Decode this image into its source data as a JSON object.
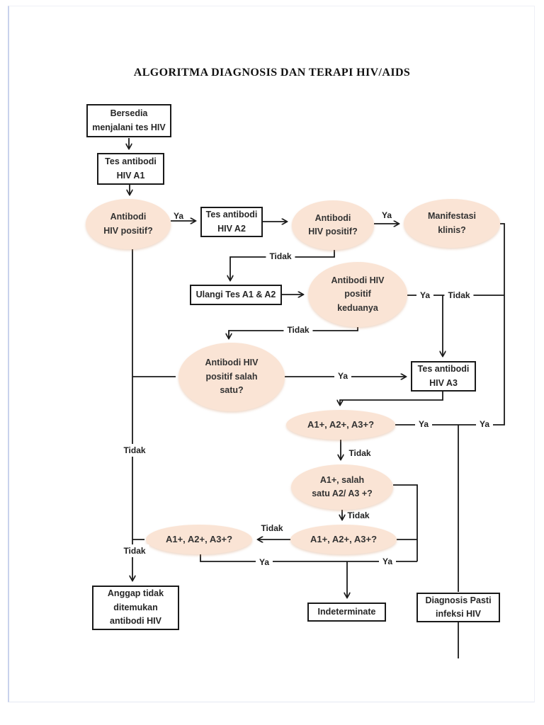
{
  "title": "ALGORITMA DIAGNOSIS DAN TERAPI HIV/AIDS",
  "colors": {
    "ellipse_fill": "#fae4d5",
    "line": "#1a1a1a",
    "box_border": "#1a1a1a",
    "page_edge_left": "#c9d2ec"
  },
  "nodes": {
    "bersedia": "Bersedia\nmenjalani tes HIV",
    "tes_a1": "Tes antibodi\nHIV A1",
    "antibodi_positif_1": "Antibodi\nHIV positif?",
    "tes_a2": "Tes antibodi\nHIV A2",
    "antibodi_positif_2": "Antibodi\nHIV positif?",
    "manifestasi_klinis": "Manifestasi\nklinis?",
    "ulangi_tes": "Ulangi Tes A1 & A2",
    "positif_keduanya": "Antibodi HIV\npositif\nkeduanya",
    "positif_salah_satu": "Antibodi HIV\npositif salah\nsatu?",
    "tes_a3": "Tes antibodi\nHIV A3",
    "a123_top": "A1+, A2+, A3+?",
    "a1_salah_satu_a2a3": "A1+, salah\nsatu A2/ A3 +?",
    "a123_right": "A1+, A2+, A3+?",
    "a123_left": "A1+, A2+, A3+?",
    "anggap_tidak": "Anggap tidak\nditemukan\nantibodi HIV",
    "indeterminate": "Indeterminate",
    "diagnosis_pasti": "Diagnosis Pasti\ninfeksi HIV"
  },
  "edge_labels": {
    "ya_pos1_to_a2": "Ya",
    "ya_pos2_to_manifestasi": "Ya",
    "tidak_pos2": "Tidak",
    "ya_keduanya": "Ya",
    "tidak_manifestasi": "Tidak",
    "tidak_keduanya": "Tidak",
    "ya_salah_satu": "Ya",
    "ya_a123_top_1": "Ya",
    "ya_a123_top_2": "Ya",
    "tidak_a123_top": "Tidak",
    "tidak_salah_a2a3": "Tidak",
    "tidak_a123_right": "Tidak",
    "tidak_pos1": "Tidak",
    "tidak_a123_left": "Tidak",
    "ya_bottom_left": "Ya",
    "ya_bottom_right": "Ya"
  }
}
